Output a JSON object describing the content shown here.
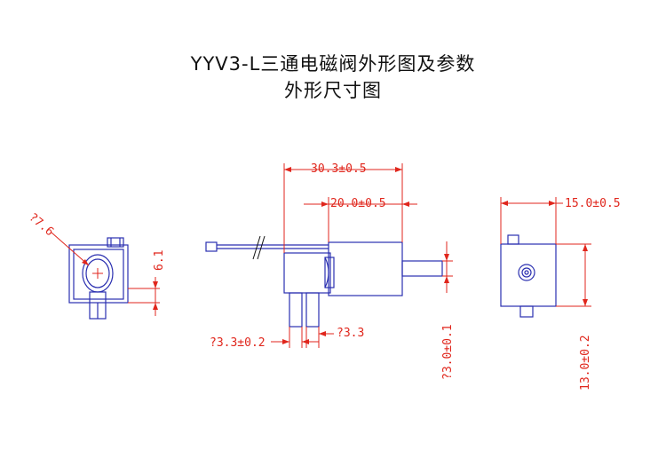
{
  "title": {
    "line1": "YYV3-L三通电磁阀外形图及参数",
    "line2": "外形尺寸图"
  },
  "dimensions": {
    "side_dia": "?7.6",
    "side_height": "6.1",
    "total_length": "30.3±0.5",
    "body_length": "20.0±0.5",
    "port_left_dia": "?3.3±0.2",
    "port_right_dia": "?3.3",
    "shaft_dia": "?3.0±0.1",
    "front_width": "15.0±0.5",
    "front_height": "13.0±0.2"
  },
  "colors": {
    "outline": "#2a2fb0",
    "dimension": "#e0261c",
    "text": "#111111"
  }
}
